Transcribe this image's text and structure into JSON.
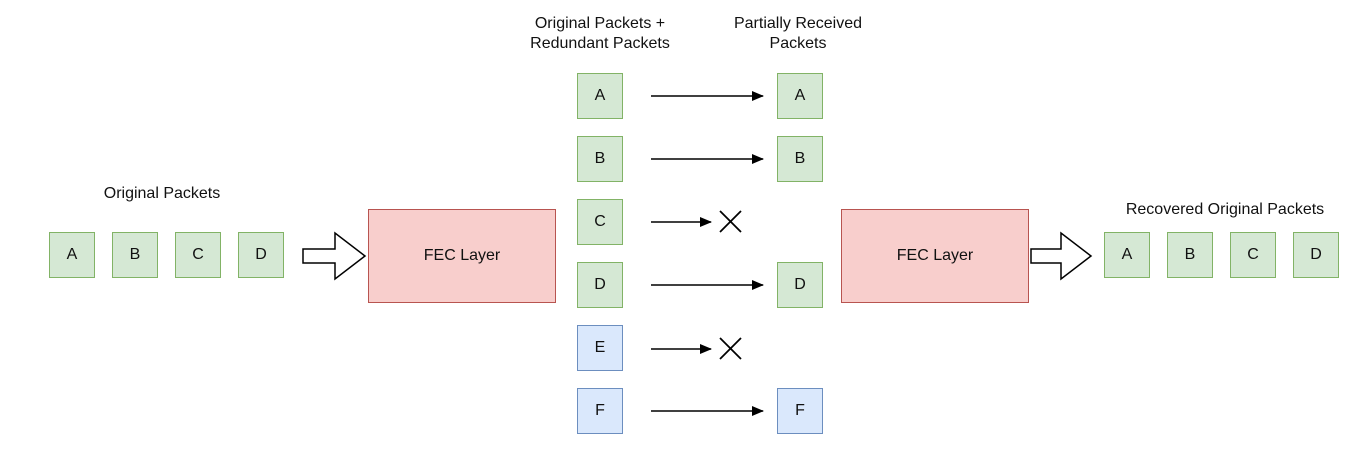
{
  "labels": {
    "original_packets": "Original Packets",
    "original_plus_redundant_l1": "Original Packets +",
    "original_plus_redundant_l2": "Redundant Packets",
    "partially_received_l1": "Partially Received",
    "partially_received_l2": "Packets",
    "recovered": "Recovered Original Packets"
  },
  "fec_left": "FEC Layer",
  "fec_right": "FEC Layer",
  "input_packets": [
    "A",
    "B",
    "C",
    "D"
  ],
  "sent_packets": [
    {
      "label": "A",
      "kind": "original",
      "status": "received"
    },
    {
      "label": "B",
      "kind": "original",
      "status": "received"
    },
    {
      "label": "C",
      "kind": "original",
      "status": "lost"
    },
    {
      "label": "D",
      "kind": "original",
      "status": "received"
    },
    {
      "label": "E",
      "kind": "redundant",
      "status": "lost"
    },
    {
      "label": "F",
      "kind": "redundant",
      "status": "received"
    }
  ],
  "received_packets": [
    "A",
    "B",
    "",
    "D",
    "",
    "F"
  ],
  "output_packets": [
    "A",
    "B",
    "C",
    "D"
  ],
  "colors": {
    "original_fill": "#d5e8d4",
    "original_stroke": "#82b366",
    "redundant_fill": "#dae8fc",
    "redundant_stroke": "#6c8ebf",
    "fec_fill": "#f8cecc",
    "fec_stroke": "#b85450"
  }
}
